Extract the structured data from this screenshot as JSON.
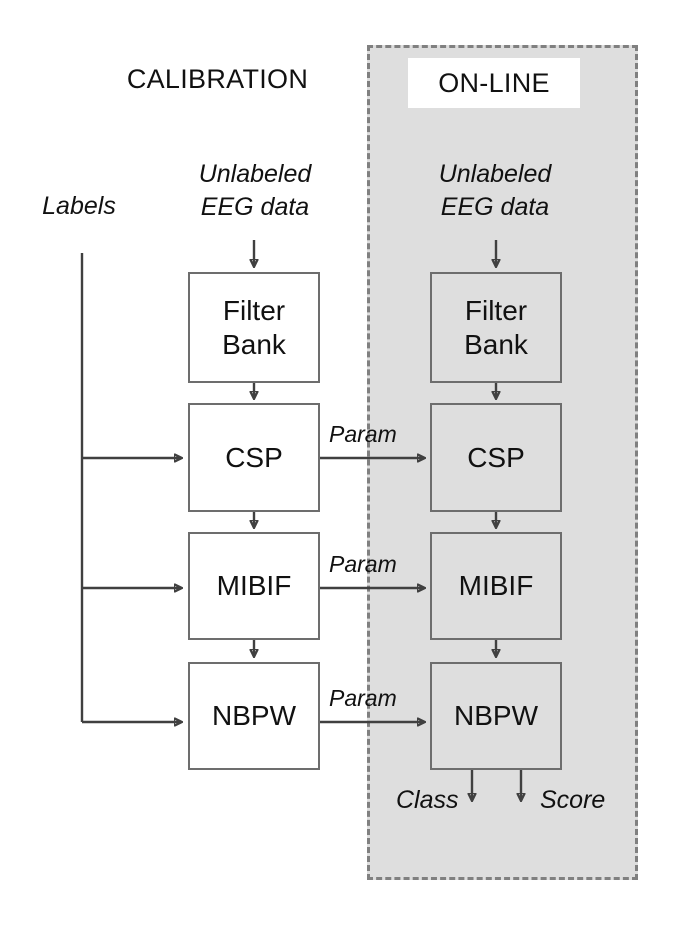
{
  "diagram": {
    "title_calibration": "CALIBRATION",
    "title_online": "ON-LINE",
    "input_labels": {
      "labels": "Labels",
      "unlabeled_left": "Unlabeled\nEEG data",
      "unlabeled_right": "Unlabeled\nEEG data"
    },
    "outputs": {
      "class": "Class",
      "score": "Score"
    },
    "edge_labels": {
      "param_csp": "Param",
      "param_mibif": "Param",
      "param_nbpw": "Param"
    },
    "calibration_blocks": [
      {
        "id": "filter-bank",
        "label": "Filter\nBank"
      },
      {
        "id": "csp",
        "label": "CSP"
      },
      {
        "id": "mibif",
        "label": "MIBIF"
      },
      {
        "id": "nbpw",
        "label": "NBPW"
      }
    ],
    "online_blocks": [
      {
        "id": "filter-bank",
        "label": "Filter\nBank"
      },
      {
        "id": "csp",
        "label": "CSP"
      },
      {
        "id": "mibif",
        "label": "MIBIF"
      },
      {
        "id": "nbpw",
        "label": "NBPW"
      }
    ],
    "colors": {
      "online_fill": "#dedede",
      "calibration_fill": "#ffffff",
      "box_stroke": "#6d6d6d",
      "wire_stroke": "#404040",
      "dashed_border": "#808080",
      "text": "#111111"
    }
  }
}
